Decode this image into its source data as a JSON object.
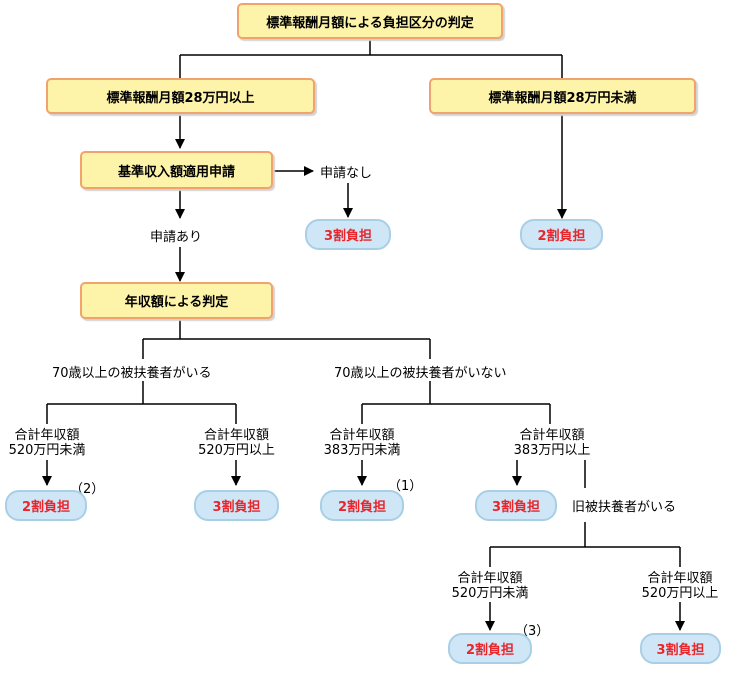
{
  "title": "標準報酬月額による負担区分の判定",
  "branch_high": "標準報酬月額28万円以上",
  "branch_low": "標準報酬月額28万円未満",
  "apply": "基準収入額適用申請",
  "no_apply": "申請なし",
  "yes_apply": "申請あり",
  "income_judge": "年収額による判定",
  "with_dep": "70歳以上の被扶養者がいる",
  "without_dep": "70歳以上の被扶養者がいない",
  "former_dep": "旧被扶養者がいる",
  "income_label": "合計年収額",
  "t520_under": "520万円未満",
  "t520_over": "520万円以上",
  "t383_under": "383万円未満",
  "t383_over": "383万円以上",
  "r3": "3割負担",
  "r2": "2割負担",
  "n1": "（1）",
  "n2": "（2）",
  "n3": "（3）"
}
